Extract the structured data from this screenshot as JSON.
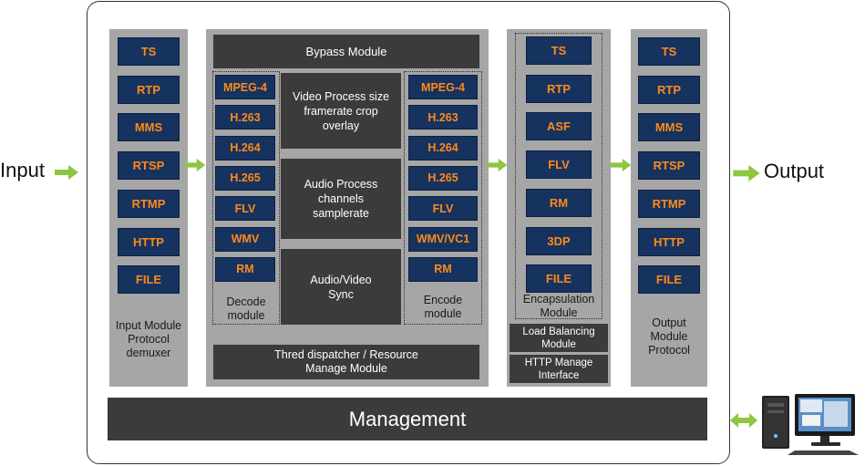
{
  "input_label": "Input",
  "output_label": "Output",
  "input_module": {
    "items": [
      "TS",
      "RTP",
      "MMS",
      "RTSP",
      "RTMP",
      "HTTP",
      "FILE"
    ],
    "caption": [
      "Input Module",
      "Protocol",
      "demuxer"
    ]
  },
  "bypass": "Bypass Module",
  "decode": {
    "items": [
      "MPEG-4",
      "H.263",
      "H.264",
      "H.265",
      "FLV",
      "WMV",
      "RM"
    ],
    "caption": [
      "Decode",
      "module"
    ]
  },
  "video_process": [
    "Video Process size",
    "framerate crop",
    "overlay"
  ],
  "audio_process": [
    "Audio Process",
    "channels",
    "samplerate"
  ],
  "av_sync": [
    "Audio/Video",
    "Sync"
  ],
  "encode": {
    "items": [
      "MPEG-4",
      "H.263",
      "H.264",
      "H.265",
      "FLV",
      "WMV/VC1",
      "RM"
    ],
    "caption": [
      "Encode",
      "module"
    ]
  },
  "dispatcher": [
    "Thred dispatcher / Resource",
    "Manage Module"
  ],
  "encapsulation": {
    "items": [
      "TS",
      "RTP",
      "ASF",
      "FLV",
      "RM",
      "3DP",
      "FILE"
    ],
    "caption": [
      "Encapsulation",
      "Module"
    ]
  },
  "load_balancing": [
    "Load Balancing",
    "Module"
  ],
  "http_manage": [
    "HTTP Manage",
    "Interface"
  ],
  "output_module": {
    "items": [
      "TS",
      "RTP",
      "MMS",
      "RTSP",
      "RTMP",
      "HTTP",
      "FILE"
    ],
    "caption": [
      "Output",
      "Module",
      "Protocol"
    ]
  },
  "management": "Management",
  "colors": {
    "arrow": "#8dc63f",
    "tag_bg": "#16325f",
    "tag_text": "#ff8a1a",
    "column_bg": "#a6a6a6",
    "dark_box": "#3b3b3b"
  },
  "icons": [
    "arrow-right-icon",
    "double-arrow-icon",
    "computer-icon"
  ]
}
